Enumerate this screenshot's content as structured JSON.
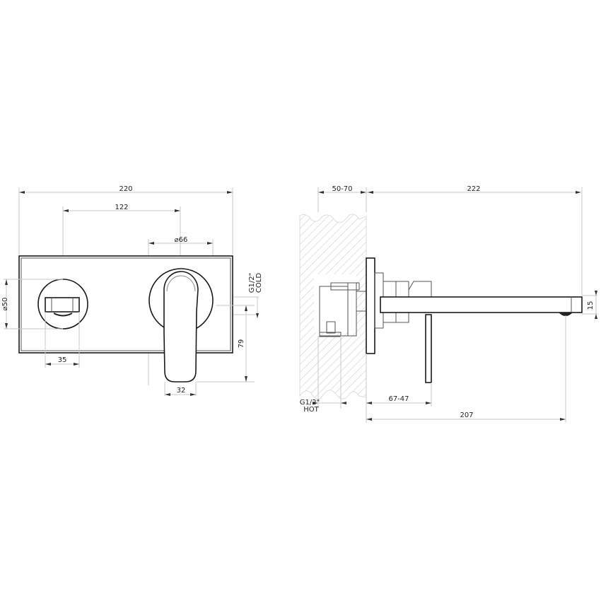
{
  "front_view": {
    "width": "220",
    "axis_distance": "122",
    "handle_rosette_diameter": "⌀66",
    "spout_rosette_diameter": "⌀50",
    "spout_width": "35",
    "handle_width": "32",
    "handle_drop": "79",
    "cold_inlet": {
      "thread": "G1/2\"",
      "label": "COLD"
    }
  },
  "side_view": {
    "wall_depth": "50-70",
    "total_projection": "222",
    "spout_height": "15",
    "handle_projection": "67-47",
    "spout_reach": "207",
    "hot_inlet": {
      "thread": "G1/2\"",
      "label": "HOT"
    }
  },
  "colors": {
    "line": "#1a1a1a",
    "dimension": "#c8c8c8",
    "text": "#222222"
  }
}
